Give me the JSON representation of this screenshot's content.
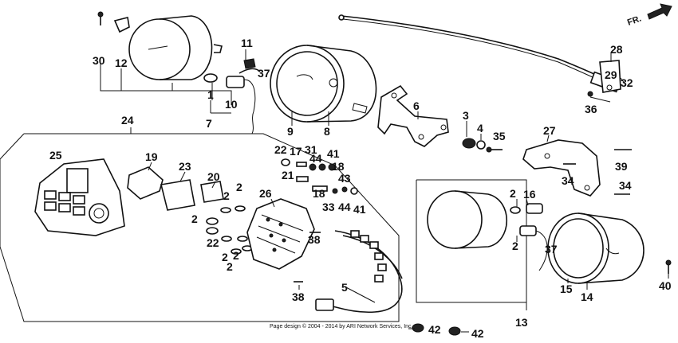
{
  "direction_arrow": {
    "label": "FR.",
    "icon": "front-arrow-icon"
  },
  "copyright": "Page design © 2004 - 2014 by ARI Network Services, Inc.",
  "colors": {
    "ink": "#111111",
    "background": "#ffffff"
  },
  "callouts": [
    {
      "id": "c1",
      "text": "30"
    },
    {
      "id": "c2",
      "text": "12"
    },
    {
      "id": "c3",
      "text": "11"
    },
    {
      "id": "c4",
      "text": "37"
    },
    {
      "id": "c5",
      "text": "1"
    },
    {
      "id": "c6",
      "text": "10"
    },
    {
      "id": "c7",
      "text": "7"
    },
    {
      "id": "c8",
      "text": "9"
    },
    {
      "id": "c9",
      "text": "8"
    },
    {
      "id": "c10",
      "text": "6"
    },
    {
      "id": "c11",
      "text": "3"
    },
    {
      "id": "c12",
      "text": "4"
    },
    {
      "id": "c13",
      "text": "35"
    },
    {
      "id": "c14",
      "text": "28"
    },
    {
      "id": "c15",
      "text": "29"
    },
    {
      "id": "c16",
      "text": "32"
    },
    {
      "id": "c17",
      "text": "36"
    },
    {
      "id": "c18",
      "text": "24"
    },
    {
      "id": "c19",
      "text": "22"
    },
    {
      "id": "c20",
      "text": "17"
    },
    {
      "id": "c21",
      "text": "31"
    },
    {
      "id": "c22",
      "text": "41"
    },
    {
      "id": "c23",
      "text": "44"
    },
    {
      "id": "c24",
      "text": "18"
    },
    {
      "id": "c25",
      "text": "21"
    },
    {
      "id": "c26",
      "text": "43"
    },
    {
      "id": "c27",
      "text": "18"
    },
    {
      "id": "c28",
      "text": "33"
    },
    {
      "id": "c29",
      "text": "44"
    },
    {
      "id": "c30",
      "text": "41"
    },
    {
      "id": "c31",
      "text": "25"
    },
    {
      "id": "c32",
      "text": "19"
    },
    {
      "id": "c33",
      "text": "23"
    },
    {
      "id": "c34",
      "text": "20"
    },
    {
      "id": "c35",
      "text": "2"
    },
    {
      "id": "c36",
      "text": "2"
    },
    {
      "id": "c37",
      "text": "26"
    },
    {
      "id": "c38",
      "text": "2"
    },
    {
      "id": "c39",
      "text": "22"
    },
    {
      "id": "c40",
      "text": "2"
    },
    {
      "id": "c41",
      "text": "2"
    },
    {
      "id": "c42",
      "text": "2"
    },
    {
      "id": "c43",
      "text": "38"
    },
    {
      "id": "c44",
      "text": "5"
    },
    {
      "id": "c45",
      "text": "38"
    },
    {
      "id": "c46",
      "text": "42"
    },
    {
      "id": "c47",
      "text": "42"
    },
    {
      "id": "c48",
      "text": "27"
    },
    {
      "id": "c49",
      "text": "39"
    },
    {
      "id": "c50",
      "text": "34"
    },
    {
      "id": "c51",
      "text": "34"
    },
    {
      "id": "c52",
      "text": "2"
    },
    {
      "id": "c53",
      "text": "16"
    },
    {
      "id": "c54",
      "text": "2"
    },
    {
      "id": "c55",
      "text": "37"
    },
    {
      "id": "c56",
      "text": "15"
    },
    {
      "id": "c57",
      "text": "14"
    },
    {
      "id": "c58",
      "text": "13"
    },
    {
      "id": "c59",
      "text": "40"
    }
  ]
}
